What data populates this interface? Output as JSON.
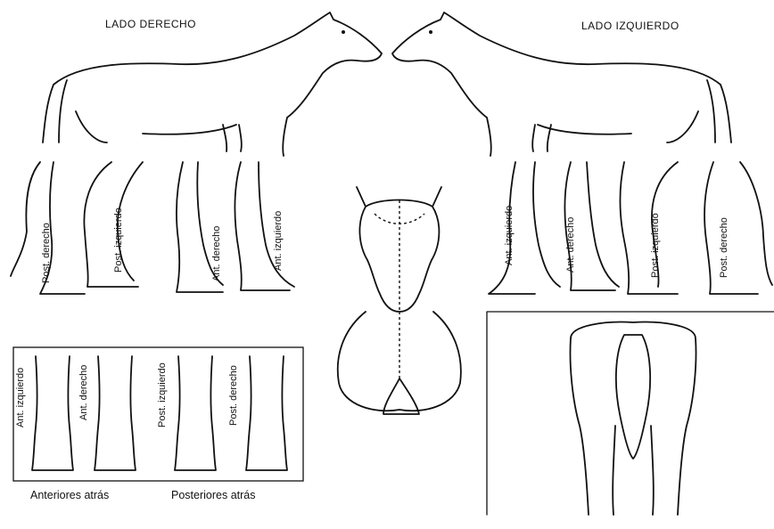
{
  "headings": {
    "right_side": "LADO DERECHO",
    "left_side": "LADO IZQUIERDO"
  },
  "leg_labels_left": [
    "Post. derecho",
    "Post. izquierdo",
    "Ant. derecho",
    "Ant. izquierdo"
  ],
  "leg_labels_right": [
    "Ant. izquierdo",
    "Ant. derecho",
    "Post. izquierdo",
    "Post. derecho"
  ],
  "box_labels": [
    "Ant. izquierdo",
    "Ant. derecho",
    "Post. izquierdo",
    "Post. derecho"
  ],
  "captions": {
    "front": "Anteriores atrás",
    "rear": "Posteriores atrás"
  }
}
